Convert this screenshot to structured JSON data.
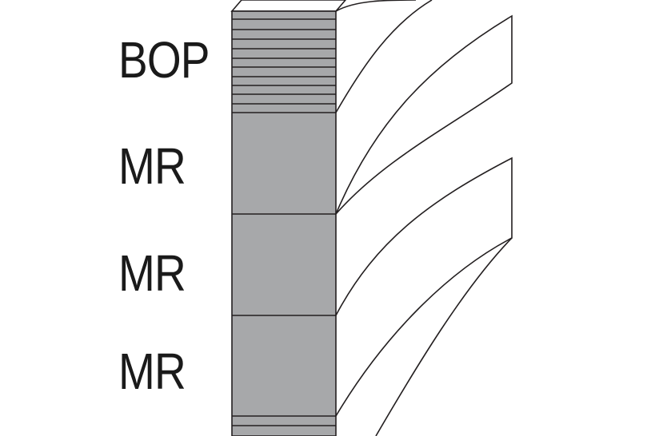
{
  "labels": {
    "bop": "BOP",
    "mr1": "MR",
    "mr2": "MR",
    "mr3": "MR"
  },
  "colors": {
    "block_fill": "#a7a8aa",
    "stroke": "#231f20",
    "background": "#ffffff",
    "top_face": "#ffffff"
  }
}
